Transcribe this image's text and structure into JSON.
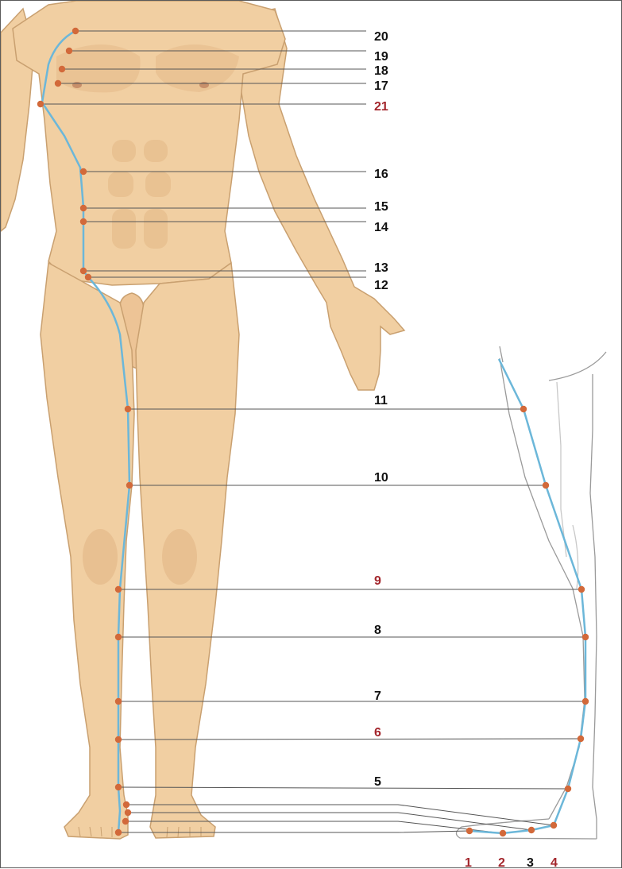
{
  "diagram": {
    "colors": {
      "skin": "#f1cfa2",
      "skin_shadow": "#dfb180",
      "outline": "#c9a070",
      "meridian": "#6cb7d9",
      "point": "#d2693a",
      "label_black": "#111111",
      "label_red": "#a3262c",
      "leader": "#555555",
      "leg_outline": "#9a9a9a"
    },
    "points": [
      {
        "label": "20",
        "highlight": false
      },
      {
        "label": "19",
        "highlight": false
      },
      {
        "label": "18",
        "highlight": false
      },
      {
        "label": "17",
        "highlight": false
      },
      {
        "label": "21",
        "highlight": true
      },
      {
        "label": "16",
        "highlight": false
      },
      {
        "label": "15",
        "highlight": false
      },
      {
        "label": "14",
        "highlight": false
      },
      {
        "label": "13",
        "highlight": false
      },
      {
        "label": "12",
        "highlight": false
      },
      {
        "label": "11",
        "highlight": false
      },
      {
        "label": "10",
        "highlight": false
      },
      {
        "label": "9",
        "highlight": true
      },
      {
        "label": "8",
        "highlight": false
      },
      {
        "label": "7",
        "highlight": false
      },
      {
        "label": "6",
        "highlight": true
      },
      {
        "label": "5",
        "highlight": false
      },
      {
        "label": "1",
        "highlight": true
      },
      {
        "label": "2",
        "highlight": true
      },
      {
        "label": "3",
        "highlight": false
      },
      {
        "label": "4",
        "highlight": true
      }
    ]
  }
}
